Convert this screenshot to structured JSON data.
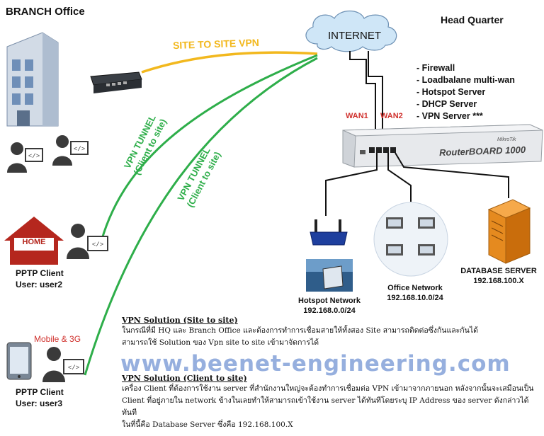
{
  "branch": {
    "title": "BRANCH Office"
  },
  "hq": {
    "title": "Head Quarter",
    "features": [
      "- Firewall",
      "- Loadbalane multi-wan",
      "- Hotspot Server",
      "- DHCP Server",
      "- VPN Server ***"
    ]
  },
  "internet": {
    "label": "INTERNET"
  },
  "links": {
    "site_to_site": "SITE TO SITE VPN",
    "tunnel_line1": "VPN TUNNEL",
    "tunnel_line2": "(Client to site)"
  },
  "router": {
    "wan1": "WAN1",
    "wan2": "WAN2",
    "model": "RouterBOARD 1000",
    "brand": "MikroTik"
  },
  "home": {
    "sign": "HOME",
    "client": "PPTP Client",
    "user": "User: user2"
  },
  "mobile": {
    "label": "Mobile & 3G",
    "client": "PPTP Client",
    "user": "User: user3"
  },
  "hotspot": {
    "name": "Hotspot Network",
    "subnet": "192.168.0.0/24"
  },
  "office": {
    "name": "Office Network",
    "subnet": "192.168.10.0/24"
  },
  "database": {
    "name": "DATABASE SERVER",
    "ip": "192.168.100.X"
  },
  "solution_site": {
    "heading": "VPN Solution (Site to site)",
    "line1": "ในกรณีที่มี HQ และ Branch Office และต้องการทำการเชื่อมสายให้ทั้งสอง Site สามารถติดต่อซึ่งกันและกันได้",
    "line2": "สามารถใช้ Solution ของ Vpn site to site เข้ามาจัดการได้"
  },
  "solution_client": {
    "heading": "VPN Solution (Client to site)",
    "line1": "เครื่อง Client ที่ต้องการใช้งาน server ที่สำนักงานใหญ่จะต้องทำการเชื่อมต่อ VPN เข้ามาจากภายนอก หลังจากนั้นจะเสมือนเป็น",
    "line2": "Client ที่อยู่ภายใน network ข้างในเลยทำให้สามารถเข้าใช้งาน server ได้ทันทีโดยระบุ IP Address ของ server ดังกล่าวได้ทันที",
    "line3": "ในที่นี้คือ Database Server ซึ่งคือ 192.168.100.X"
  },
  "watermark": "www.beenet-engineering.com",
  "colors": {
    "site_vpn": "#f2b81e",
    "tunnel": "#2eae4a",
    "cloud": "#cfe6f7"
  }
}
